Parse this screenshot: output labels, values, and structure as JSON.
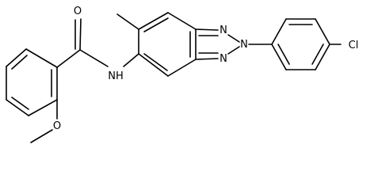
{
  "structure": {
    "atom_labels": {
      "amide_oxygen": "O",
      "amide_nitrogen": "NH",
      "methoxy_oxygen": "O",
      "triazole_n1": "N",
      "triazole_n2": "N",
      "triazole_n3": "N",
      "chlorine": "Cl"
    }
  }
}
